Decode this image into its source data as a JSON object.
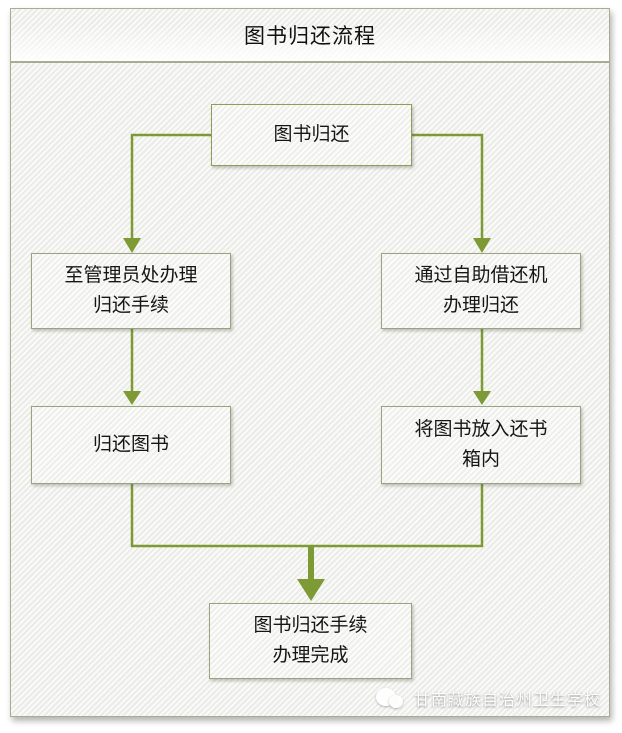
{
  "title": "图书归还流程",
  "colors": {
    "line": "#7d9a35",
    "box_border": "#9aa37c",
    "frame_border": "#a8ad91",
    "canvas_bg": "#f1f1ef",
    "text": "#161616",
    "watermark_text": "#ffffff"
  },
  "flow": {
    "nodes": [
      {
        "id": "start",
        "lines": [
          "图书归还"
        ]
      },
      {
        "id": "admin-desk",
        "lines": [
          "至管理员处办理",
          "归还手续"
        ]
      },
      {
        "id": "self-service",
        "lines": [
          "通过自助借还机",
          "办理归还"
        ]
      },
      {
        "id": "return-books",
        "lines": [
          "归还图书"
        ]
      },
      {
        "id": "book-drop",
        "lines": [
          "将图书放入还书",
          "箱内"
        ]
      },
      {
        "id": "complete",
        "lines": [
          "图书归还手续",
          "办理完成"
        ]
      }
    ],
    "edges": [
      {
        "from": "start",
        "to": "admin-desk"
      },
      {
        "from": "start",
        "to": "self-service"
      },
      {
        "from": "admin-desk",
        "to": "return-books"
      },
      {
        "from": "self-service",
        "to": "book-drop"
      },
      {
        "from": "return-books",
        "to": "complete"
      },
      {
        "from": "book-drop",
        "to": "complete"
      }
    ]
  },
  "watermark": {
    "text": "甘南藏族自治州卫生学校",
    "logo": "school-logo-icon"
  }
}
